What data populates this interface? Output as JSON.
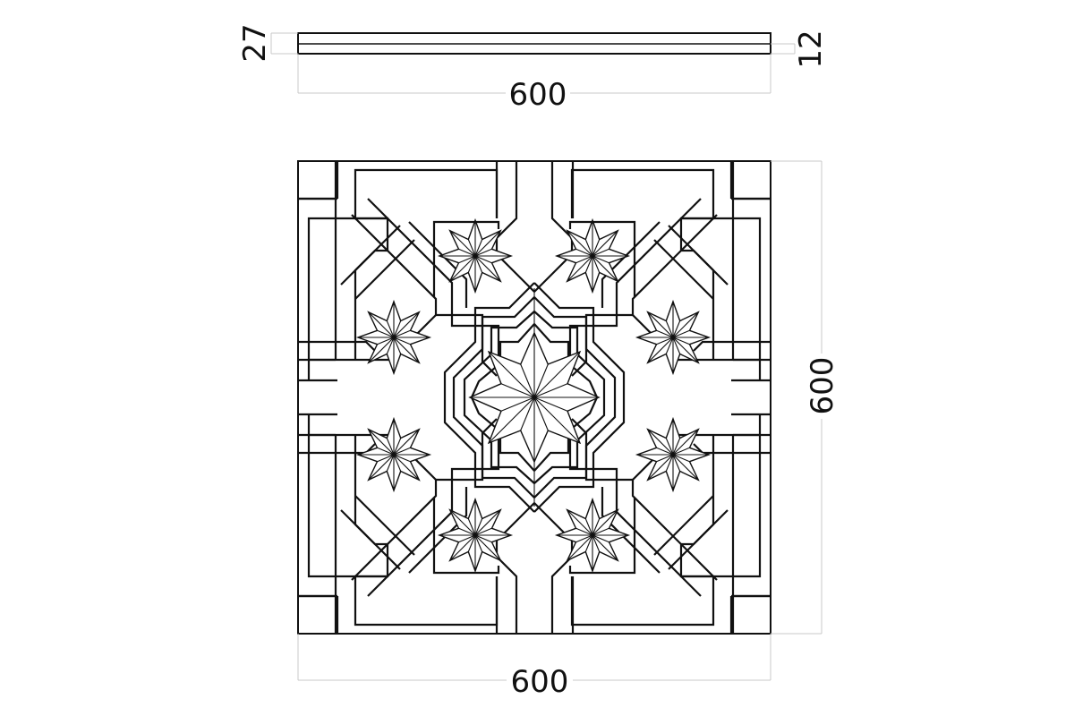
{
  "side_view": {
    "length_label": "600",
    "thickness_total_label": "27",
    "thickness_layer_label": "12"
  },
  "top_view": {
    "width_label": "600",
    "height_label": "600"
  },
  "colors": {
    "line": "#111111",
    "dimension": "#c8c8c8",
    "background": "#ffffff"
  }
}
